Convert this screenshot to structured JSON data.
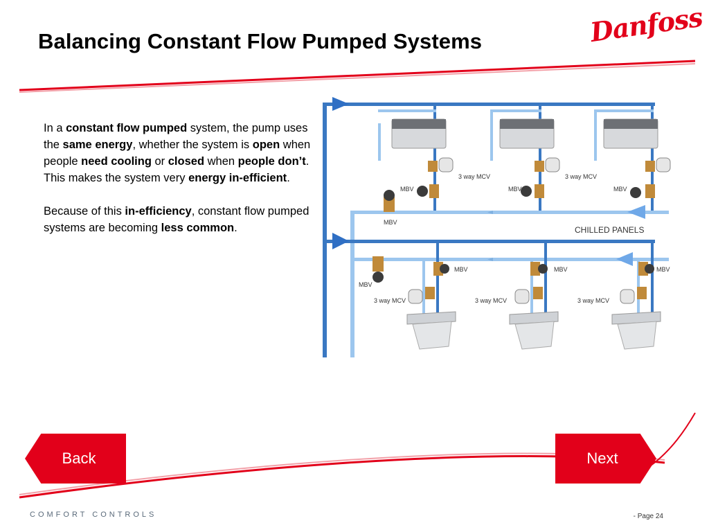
{
  "slide": {
    "title": "Balancing Constant Flow Pumped Systems",
    "brand": "Danfoss",
    "brand_color": "#e2001a"
  },
  "body": {
    "para1": [
      {
        "t": "In a ",
        "b": false
      },
      {
        "t": "constant flow pumped",
        "b": true
      },
      {
        "t": " system, the pump uses the ",
        "b": false
      },
      {
        "t": "same  energy",
        "b": true
      },
      {
        "t": ", whether the system is ",
        "b": false
      },
      {
        "t": "open",
        "b": true
      },
      {
        "t": " when people ",
        "b": false
      },
      {
        "t": "need cooling",
        "b": true
      },
      {
        "t": " or ",
        "b": false
      },
      {
        "t": "closed",
        "b": true
      },
      {
        "t": " when ",
        "b": false
      },
      {
        "t": "people don’t",
        "b": true
      },
      {
        "t": ".",
        "b": false
      }
    ],
    "para2": [
      {
        "t": "This makes the system very ",
        "b": false
      },
      {
        "t": "energy in-efficient",
        "b": true
      },
      {
        "t": ".",
        "b": false
      }
    ],
    "para3": [
      {
        "t": "Because of this ",
        "b": false
      },
      {
        "t": "in-efficiency",
        "b": true
      },
      {
        "t": ", constant flow pumped systems are becoming ",
        "b": false
      },
      {
        "t": "less common",
        "b": true
      },
      {
        "t": ".",
        "b": false
      }
    ]
  },
  "diagram": {
    "label_chilled_panels": "CHILLED PANELS",
    "label_mbv": "MBV",
    "label_mcv": "3 way MCV",
    "pipe_color": "#3a78c2",
    "pipe_light": "#9cc6ee"
  },
  "nav": {
    "back_label": "Back",
    "next_label": "Next"
  },
  "footer": {
    "left": "COMFORT   CONTROLS",
    "page": "- Page 24"
  }
}
